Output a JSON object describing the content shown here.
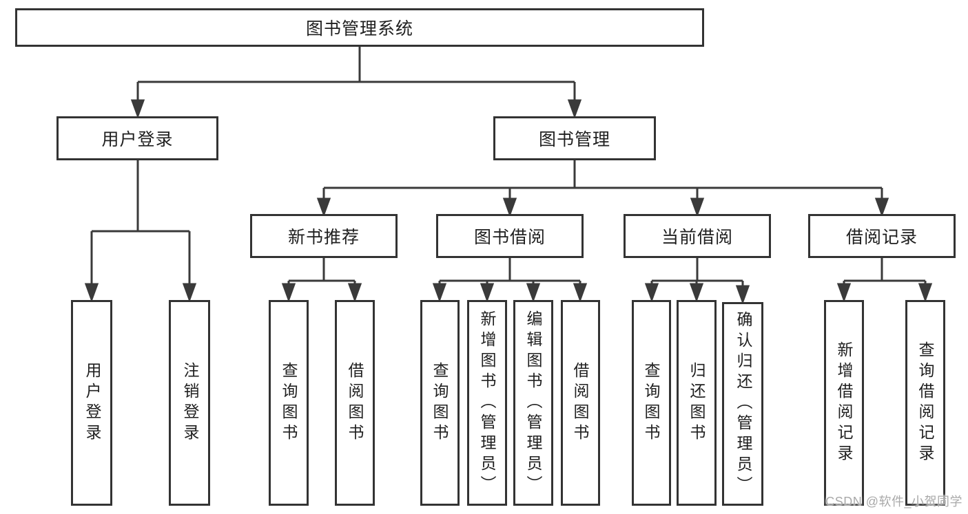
{
  "tree": {
    "label": "图书管理系统",
    "children": [
      {
        "label": "用户登录",
        "children": [
          {
            "label": "用户登录"
          },
          {
            "label": "注销登录"
          }
        ]
      },
      {
        "label": "图书管理",
        "children": [
          {
            "label": "新书推荐",
            "children": [
              {
                "label": "查询图书"
              },
              {
                "label": "借阅图书"
              }
            ]
          },
          {
            "label": "图书借阅",
            "children": [
              {
                "label": "查询图书"
              },
              {
                "label": "新增图书（管理员）"
              },
              {
                "label": "编辑图书（管理员）"
              },
              {
                "label": "借阅图书"
              }
            ]
          },
          {
            "label": "当前借阅",
            "children": [
              {
                "label": "查询图书"
              },
              {
                "label": "归还图书"
              },
              {
                "label": "确认归还（管理员）"
              }
            ]
          },
          {
            "label": "借阅记录",
            "children": [
              {
                "label": "新增借阅记录"
              },
              {
                "label": "查询借阅记录"
              }
            ]
          }
        ]
      }
    ]
  },
  "watermark": {
    "text": "CSDN @软件_小贺同学"
  },
  "colors": {
    "line": "#3a3a3a",
    "box_border": "#333333",
    "box_fill": "#ffffff",
    "text": "#1f1f1f",
    "watermark": "#a9a9a9",
    "background": "#ffffff"
  }
}
